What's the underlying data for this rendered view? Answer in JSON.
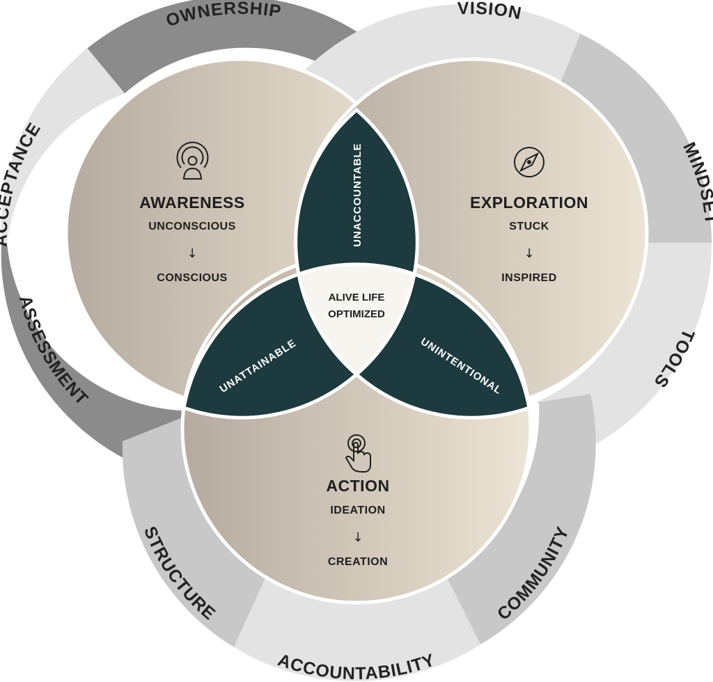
{
  "colors": {
    "ring_dark": "#8b8b8b",
    "ring_mid": "#c8c8c8",
    "ring_light": "#e3e3e3",
    "circle_light": "#e9e1d2",
    "circle_dark": "#b8ada2",
    "lens": "#1d3a3e",
    "center": "#f7f5f0"
  },
  "ring_segments": [
    {
      "label": "OWNERSHIP",
      "shade": "dark"
    },
    {
      "label": "ACCEPTANCE",
      "shade": "light"
    },
    {
      "label": "ASSESSMENT",
      "shade": "dark"
    },
    {
      "label": "VISION",
      "shade": "light"
    },
    {
      "label": "MINDSET",
      "shade": "mid"
    },
    {
      "label": "TOOLS",
      "shade": "light"
    },
    {
      "label": "STRUCTURE",
      "shade": "mid"
    },
    {
      "label": "ACCOUNTABILITY",
      "shade": "light"
    },
    {
      "label": "COMMUNITY",
      "shade": "mid"
    }
  ],
  "circles": {
    "awareness": {
      "title": "AWARENESS",
      "from": "UNCONSCIOUS",
      "arrow": "↓",
      "to": "CONSCIOUS",
      "icon": "person-broadcast-icon"
    },
    "exploration": {
      "title": "EXPLORATION",
      "from": "STUCK",
      "arrow": "↓",
      "to": "INSPIRED",
      "icon": "compass-icon"
    },
    "action": {
      "title": "ACTION",
      "from": "IDEATION",
      "arrow": "↓",
      "to": "CREATION",
      "icon": "hand-pointer-icon"
    }
  },
  "lenses": {
    "top": "UNACCOUNTABLE",
    "left": "UNATTAINABLE",
    "right": "UNINTENTIONAL"
  },
  "center": {
    "line1": "ALIVE LIFE",
    "line2": "OPTIMIZED"
  }
}
